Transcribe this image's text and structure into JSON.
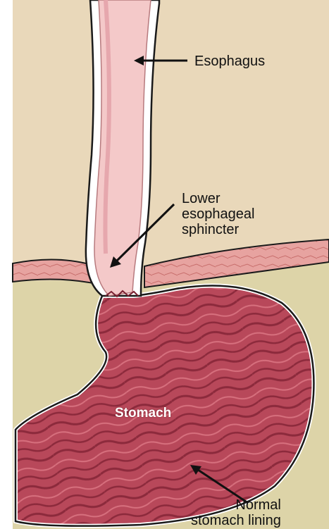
{
  "labels": {
    "esophagus": "Esophagus",
    "les": [
      "Lower",
      "esophageal",
      "sphincter"
    ],
    "stomach": "Stomach",
    "lining": [
      "Normal",
      "stomach lining"
    ]
  },
  "colors": {
    "background": "#e9d8ba",
    "abdomen": "#ddd4a8",
    "esophagus_fill": "#f4c9c9",
    "stomach_fill": "#b8485a",
    "stomach_fold": "#8c2a3c",
    "diaphragm": "#e7a3a0",
    "outline": "#1a1a1a"
  }
}
